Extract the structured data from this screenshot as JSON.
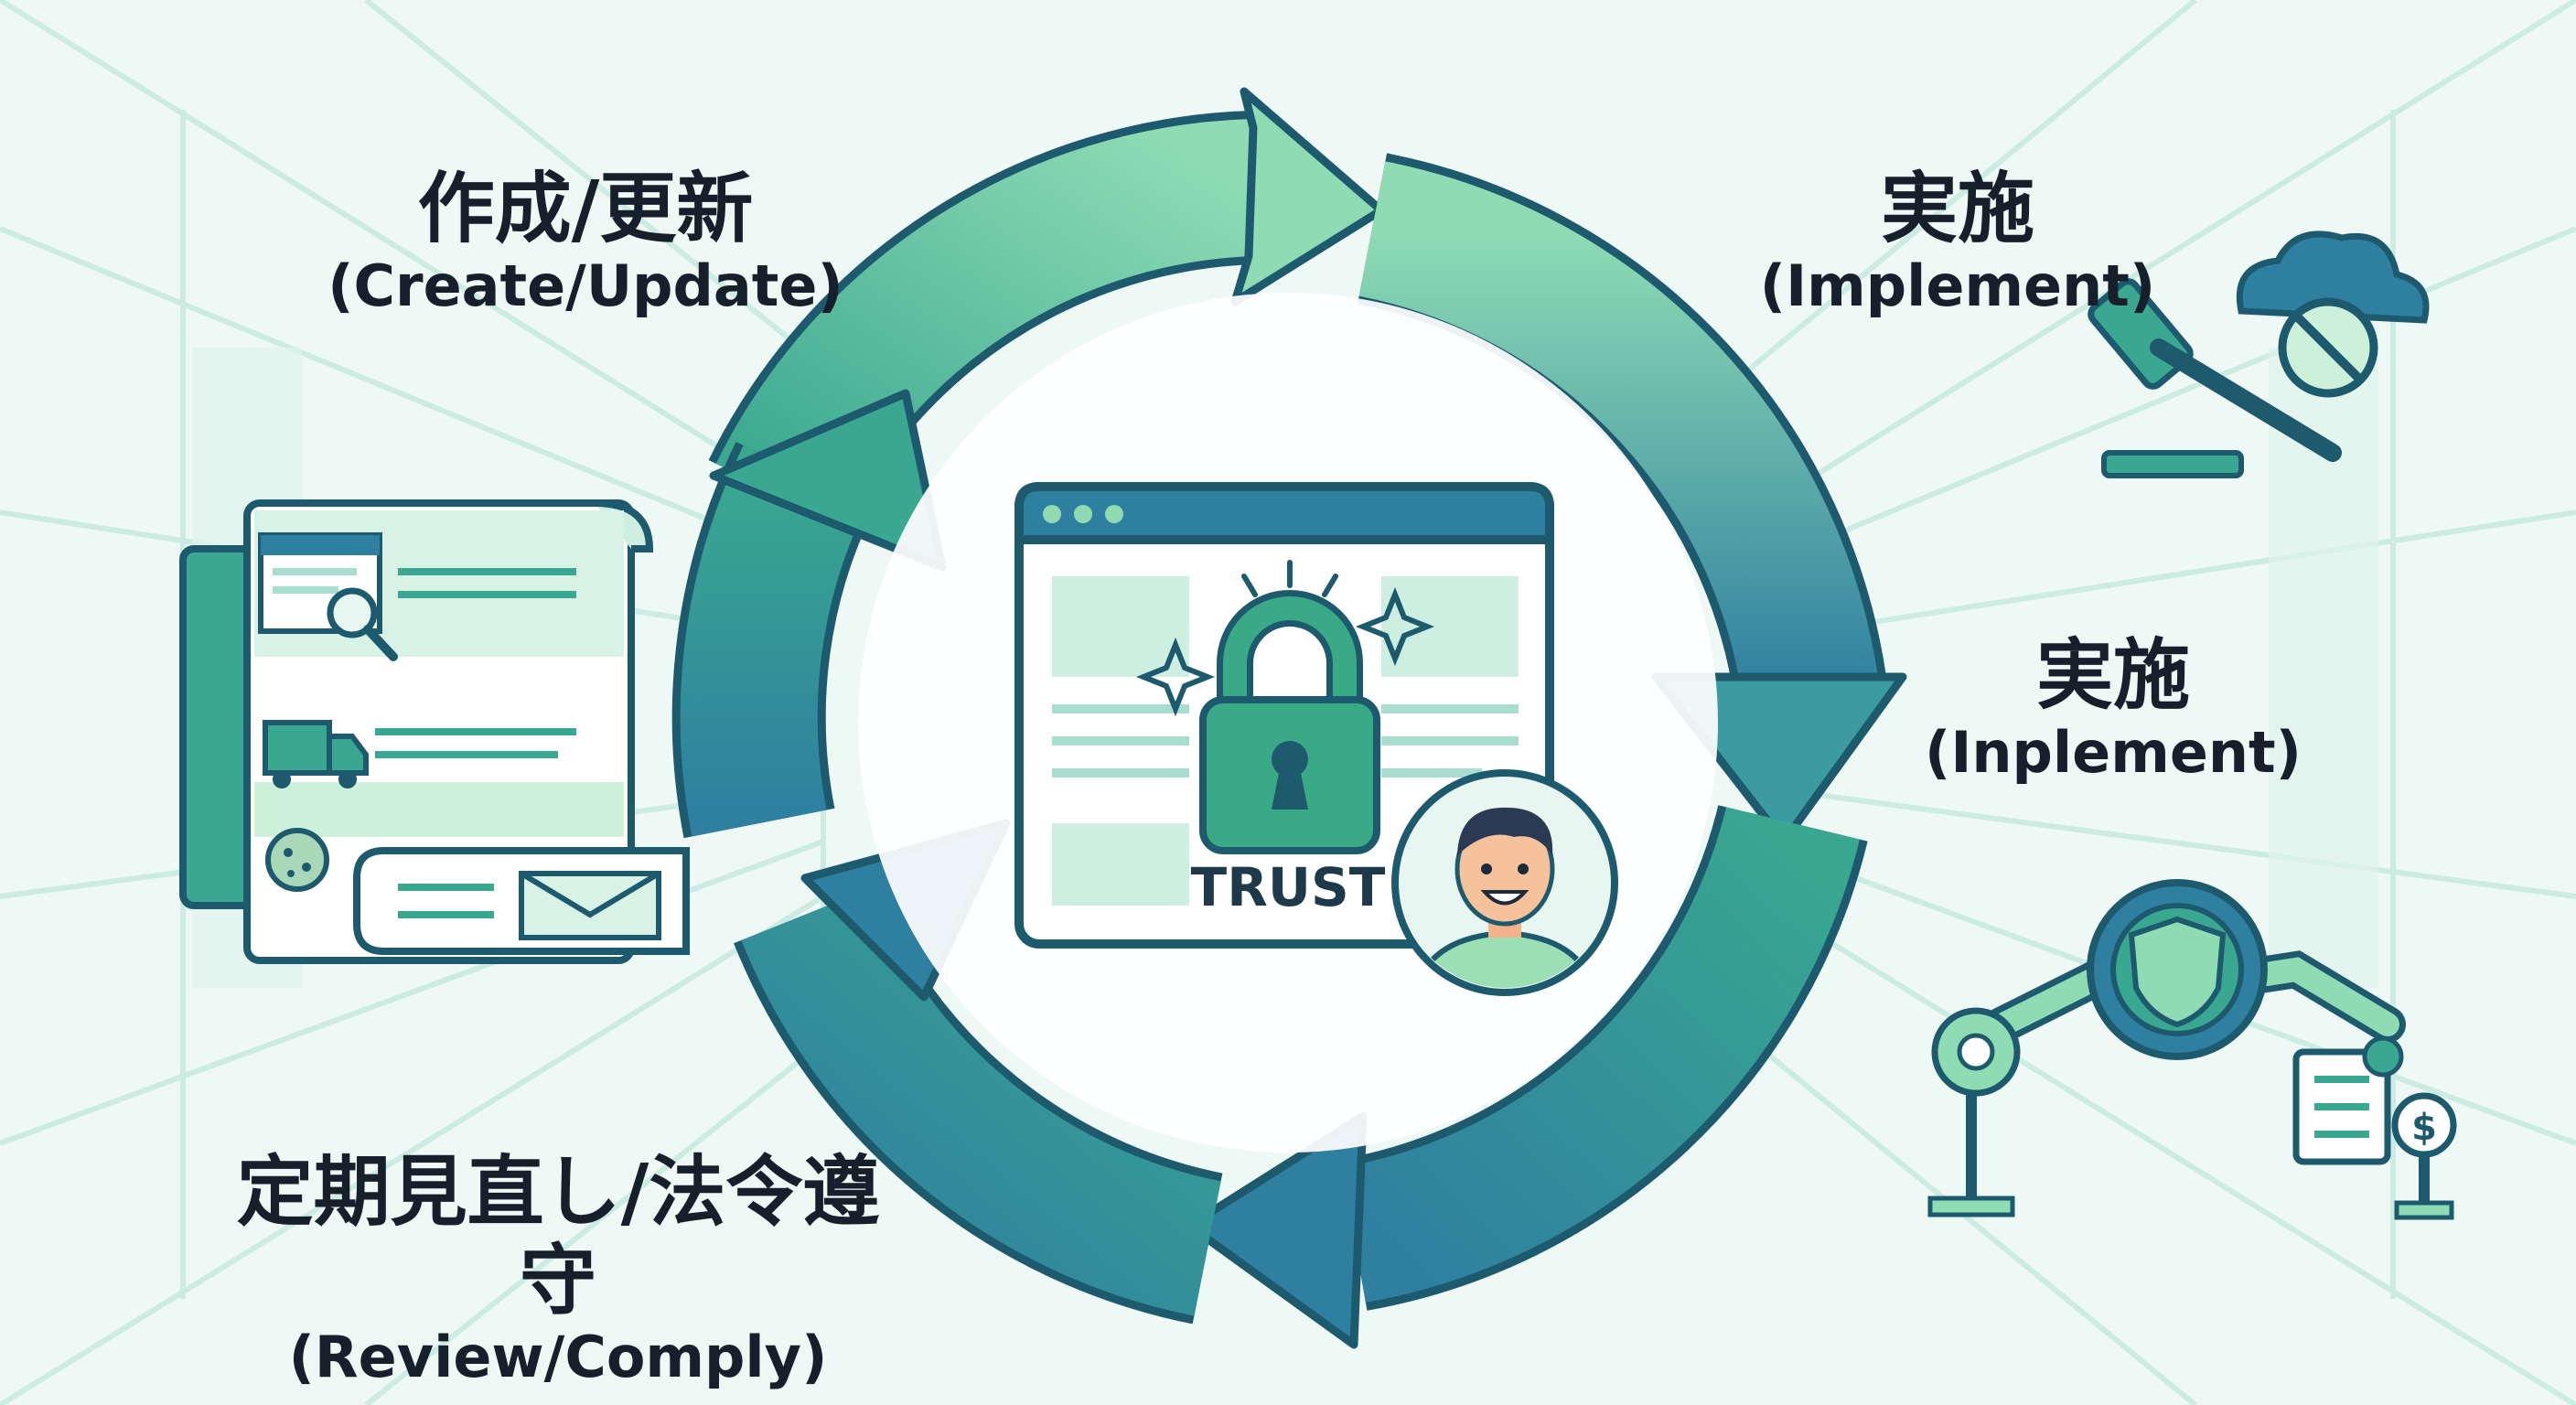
{
  "diagram": {
    "stages": {
      "create": {
        "jp": "作成/更新",
        "en": "(Create/Update)"
      },
      "implement1": {
        "jp": "実施",
        "en": "(Implement)"
      },
      "implement2": {
        "jp": "実施",
        "en": "(Inplement)"
      },
      "review": {
        "jp": "定期見直し/法令遵守",
        "en": "(Review/Comply)"
      }
    },
    "center": {
      "trust_label": "TRUST"
    }
  },
  "colors": {
    "background": "#eef8f5",
    "arrow_light": "#8fdcb4",
    "arrow_mid": "#3aa890",
    "arrow_dark": "#2e7fa0",
    "outline": "#1e5a6e",
    "green_fill": "#3aaa86",
    "text": "#15202b"
  }
}
